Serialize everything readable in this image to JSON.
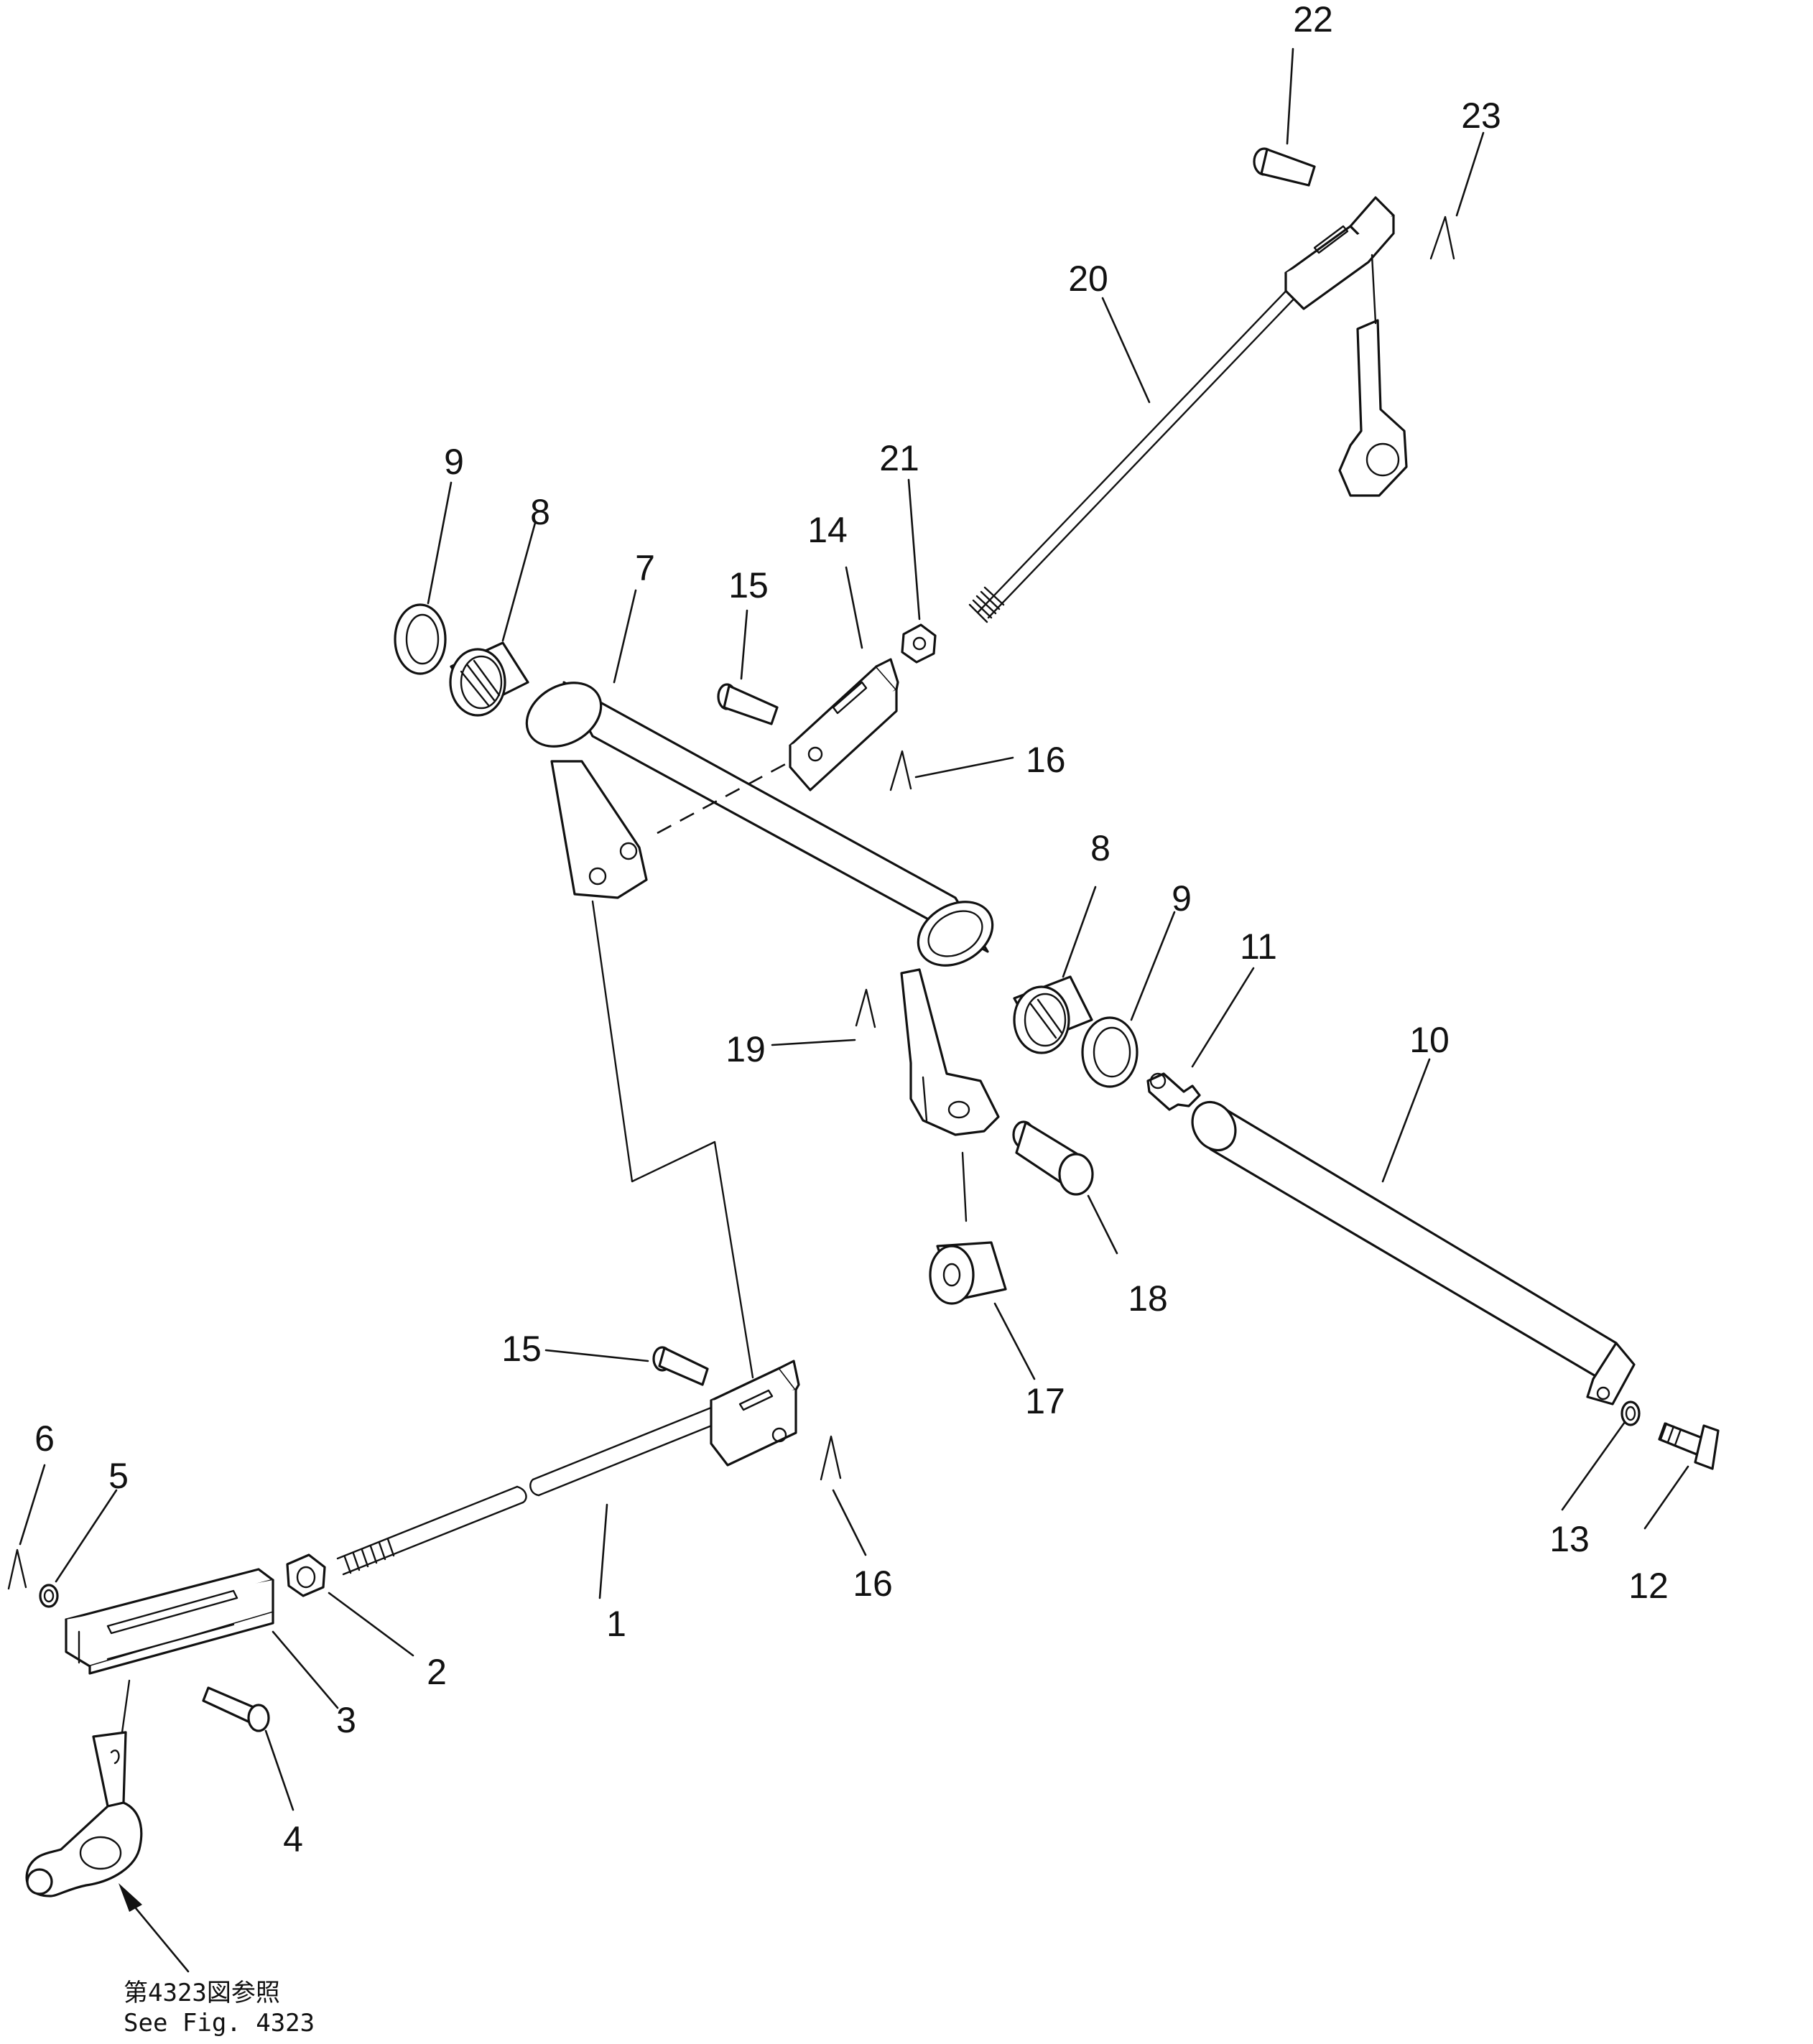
{
  "diagram": {
    "callouts": [
      {
        "id": "c1",
        "label": "1"
      },
      {
        "id": "c2",
        "label": "2"
      },
      {
        "id": "c3",
        "label": "3"
      },
      {
        "id": "c4",
        "label": "4"
      },
      {
        "id": "c5",
        "label": "5"
      },
      {
        "id": "c6",
        "label": "6"
      },
      {
        "id": "c7",
        "label": "7"
      },
      {
        "id": "c8a",
        "label": "8"
      },
      {
        "id": "c8b",
        "label": "8"
      },
      {
        "id": "c9a",
        "label": "9"
      },
      {
        "id": "c9b",
        "label": "9"
      },
      {
        "id": "c10",
        "label": "10"
      },
      {
        "id": "c11",
        "label": "11"
      },
      {
        "id": "c12",
        "label": "12"
      },
      {
        "id": "c13",
        "label": "13"
      },
      {
        "id": "c14",
        "label": "14"
      },
      {
        "id": "c15a",
        "label": "15"
      },
      {
        "id": "c15b",
        "label": "15"
      },
      {
        "id": "c16a",
        "label": "16"
      },
      {
        "id": "c16b",
        "label": "16"
      },
      {
        "id": "c17",
        "label": "17"
      },
      {
        "id": "c18",
        "label": "18"
      },
      {
        "id": "c19",
        "label": "19"
      },
      {
        "id": "c20",
        "label": "20"
      },
      {
        "id": "c21",
        "label": "21"
      },
      {
        "id": "c22",
        "label": "22"
      },
      {
        "id": "c23",
        "label": "23"
      }
    ],
    "reference_note": {
      "line1": "第4323図参照",
      "line2": "See Fig. 4323"
    }
  }
}
